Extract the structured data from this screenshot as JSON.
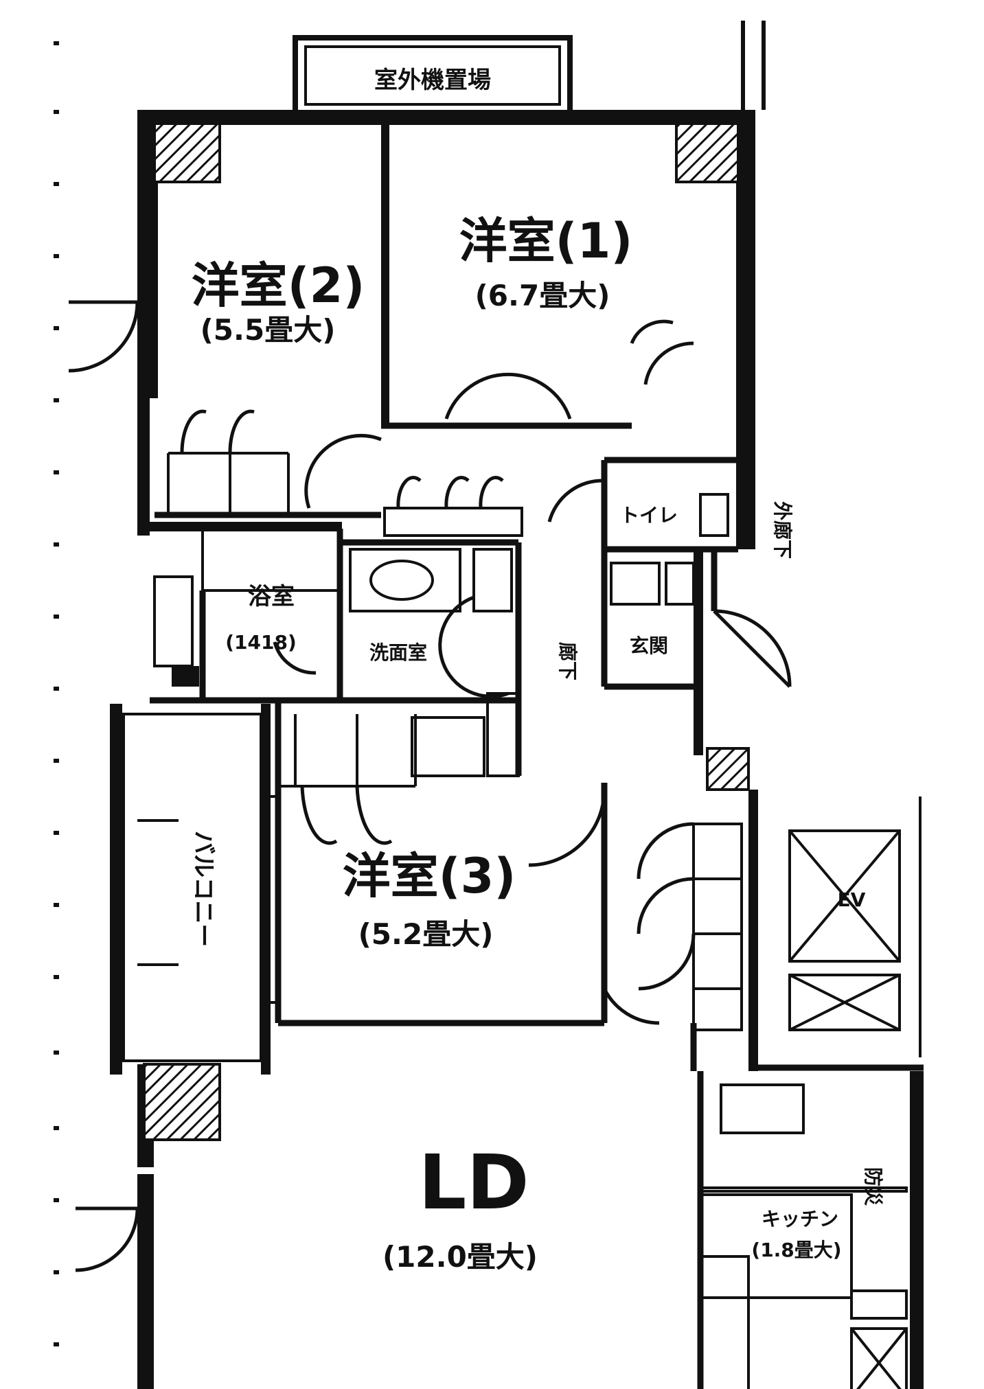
{
  "plan": {
    "outdoor_unit_area": "室外機置場",
    "rooms": {
      "western1": {
        "name": "洋室(1)",
        "size": "(6.7畳大)"
      },
      "western2": {
        "name": "洋室(2)",
        "size": "(5.5畳大)"
      },
      "western3": {
        "name": "洋室(3)",
        "size": "(5.2畳大)"
      },
      "ld": {
        "name": "LD",
        "size": "(12.0畳大)"
      },
      "kitchen": {
        "name": "キッチン",
        "size": "(1.8畳大)"
      },
      "bath": {
        "name": "浴室",
        "size": "(1418)"
      },
      "washroom": {
        "name": "洗面室"
      },
      "toilet": {
        "name": "トイレ"
      },
      "entrance": {
        "name": "玄関"
      },
      "hallway": {
        "name": "廊下"
      },
      "balcony": {
        "name": "バルコニー"
      },
      "outer_corridor": {
        "name": "外廊下"
      },
      "elevator": {
        "name": "EV"
      },
      "trash": {
        "name": "防災"
      }
    }
  }
}
